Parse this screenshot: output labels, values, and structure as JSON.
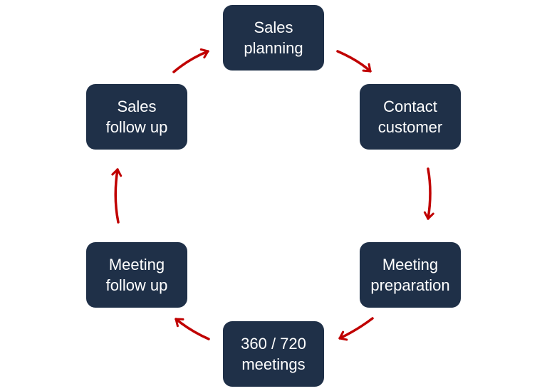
{
  "diagram": {
    "type": "cycle",
    "colors": {
      "node_fill": "#1f3048",
      "node_text": "#ffffff",
      "arrow": "#c00000",
      "background": "#ffffff"
    },
    "nodes": [
      {
        "id": "planning",
        "line1": "Sales",
        "line2": "planning"
      },
      {
        "id": "contact",
        "line1": "Contact",
        "line2": "customer"
      },
      {
        "id": "prep",
        "line1": "Meeting",
        "line2": "preparation"
      },
      {
        "id": "meetings",
        "line1": "360 / 720",
        "line2": "meetings"
      },
      {
        "id": "mfollow",
        "line1": "Meeting",
        "line2": "follow up"
      },
      {
        "id": "sfollow",
        "line1": "Sales",
        "line2": "follow up"
      }
    ],
    "edges": [
      {
        "from": "planning",
        "to": "contact"
      },
      {
        "from": "contact",
        "to": "prep"
      },
      {
        "from": "prep",
        "to": "meetings"
      },
      {
        "from": "meetings",
        "to": "mfollow"
      },
      {
        "from": "mfollow",
        "to": "sfollow"
      },
      {
        "from": "sfollow",
        "to": "planning"
      }
    ]
  }
}
